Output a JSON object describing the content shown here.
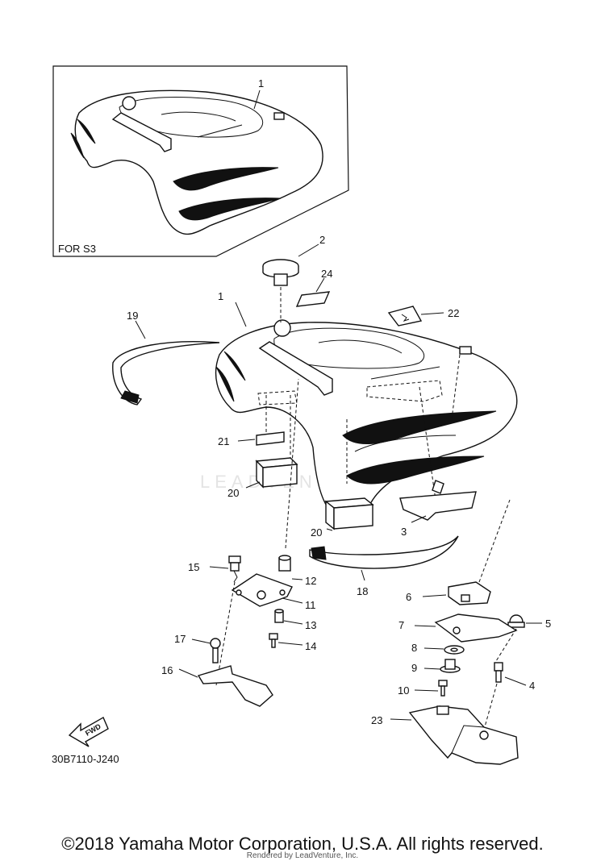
{
  "diagram": {
    "inset_label": "FOR S3",
    "callouts": [
      "1",
      "1",
      "2",
      "24",
      "22",
      "19",
      "21",
      "20",
      "20",
      "3",
      "18",
      "15",
      "12",
      "11",
      "13",
      "14",
      "17",
      "16",
      "6",
      "5",
      "7",
      "8",
      "9",
      "10",
      "4",
      "23"
    ],
    "fwd_label": "FWD",
    "diagram_code": "30B7110-J240",
    "faint_watermark": "LEADVENTURE"
  },
  "footer": {
    "copyright": "©2018 Yamaha Motor Corporation, U.S.A. All rights reserved.",
    "rendered_by": "Rendered by LeadVenture, Inc."
  }
}
